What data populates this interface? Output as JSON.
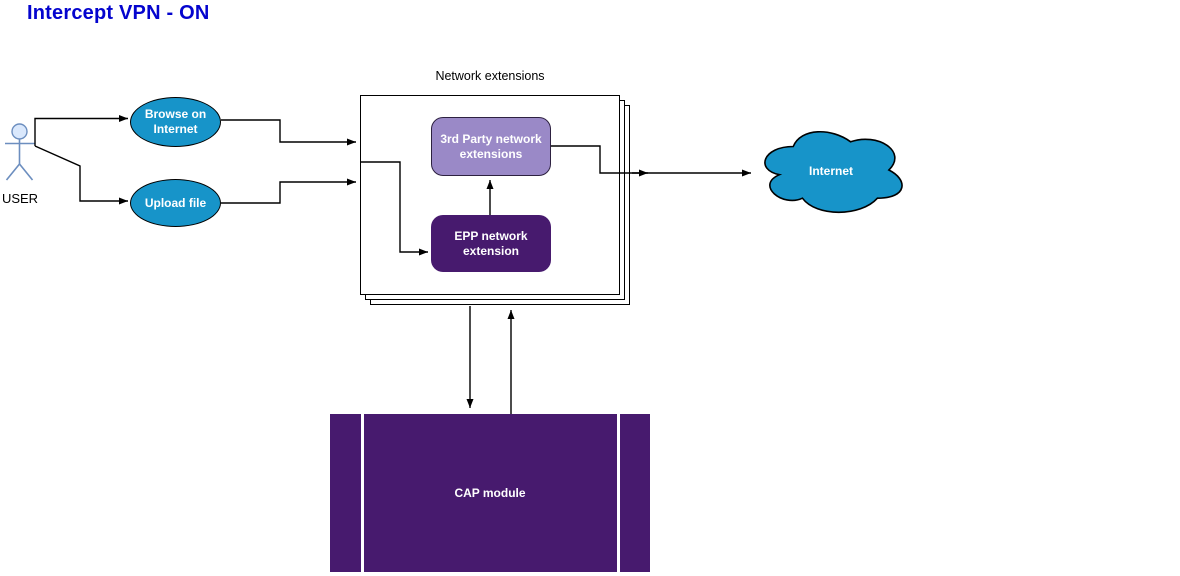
{
  "title": "Intercept VPN - ON",
  "diagram": {
    "actor": {
      "label": "USER"
    },
    "use_cases": [
      {
        "id": "browse",
        "label": "Browse on Internet"
      },
      {
        "id": "upload",
        "label": "Upload file"
      }
    ],
    "network_extensions": {
      "label": "Network extensions",
      "nodes": [
        {
          "id": "third-party",
          "label": "3rd Party network extensions"
        },
        {
          "id": "epp",
          "label": "EPP network extension"
        }
      ]
    },
    "internet": {
      "label": "Internet"
    },
    "cap": {
      "label": "CAP module"
    }
  },
  "colors": {
    "title": "#0404CE",
    "node_blue": "#1794C9",
    "node_dark_purple": "#471A6E",
    "node_light_purple": "#9A89C7",
    "actor_stroke": "#6C8EBF",
    "actor_head_fill": "#DAE8FC",
    "connector": "#000000"
  }
}
